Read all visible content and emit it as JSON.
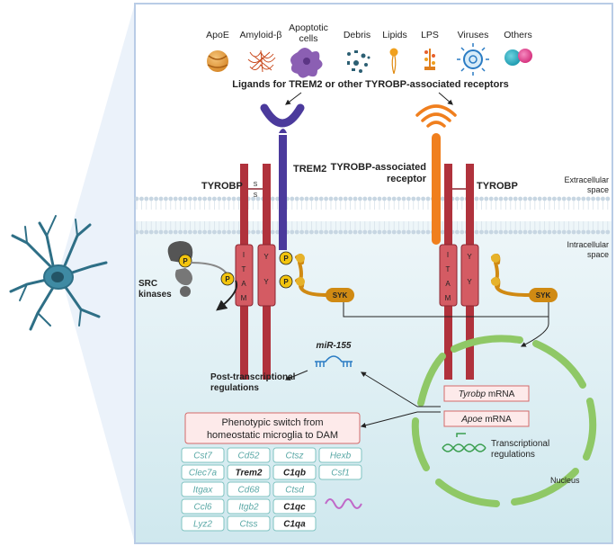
{
  "ligands": {
    "items": [
      {
        "label": "ApoE",
        "label2": ""
      },
      {
        "label": "Amyloid-β",
        "label2": ""
      },
      {
        "label": "Apoptotic",
        "label2": "cells"
      },
      {
        "label": "Debris",
        "label2": ""
      },
      {
        "label": "Lipids",
        "label2": ""
      },
      {
        "label": "LPS",
        "label2": ""
      },
      {
        "label": "Viruses",
        "label2": ""
      },
      {
        "label": "Others",
        "label2": ""
      }
    ],
    "caption": "Ligands for TREM2 or other TYROBP-associated receptors"
  },
  "receptors": {
    "trem2": "TREM2",
    "tyrobp_left": "TYROBP",
    "tyrobp_right": "TYROBP",
    "assoc_line1": "TYROBP-associated",
    "assoc_line2": "receptor",
    "itam": [
      "I",
      "T",
      "A",
      "M"
    ],
    "y_letter": "Y",
    "s_letter": "S",
    "p_letter": "P",
    "syk": "SYK"
  },
  "regions": {
    "extracellular_1": "Extracellular",
    "extracellular_2": "space",
    "intracellular_1": "Intracellular",
    "intracellular_2": "space"
  },
  "src": {
    "line1": "SRC",
    "line2": "kinases"
  },
  "nucleus": {
    "label": "Nucleus",
    "tyrobp_gene": "Tyrobp",
    "apoe_gene": "Apoe",
    "mrna_suffix": " mRNA",
    "transcriptional_1": "Transcriptional",
    "transcriptional_2": "regulations"
  },
  "post": {
    "mir": "miR-155",
    "line1": "Post-transcriptional",
    "line2": "regulations"
  },
  "phenotype": {
    "line1": "Phenotypic switch from",
    "line2": "homeostatic microglia to DAM"
  },
  "genes": [
    {
      "name": "Cst7",
      "bold": false
    },
    {
      "name": "Cd52",
      "bold": false
    },
    {
      "name": "Ctsz",
      "bold": false
    },
    {
      "name": "Hexb",
      "bold": false
    },
    {
      "name": "Clec7a",
      "bold": false
    },
    {
      "name": "Trem2",
      "bold": true
    },
    {
      "name": "C1qb",
      "bold": true
    },
    {
      "name": "Csf1",
      "bold": false
    },
    {
      "name": "Itgax",
      "bold": false
    },
    {
      "name": "Cd68",
      "bold": false
    },
    {
      "name": "Ctsd",
      "bold": false
    },
    {
      "name": "Ccl6",
      "bold": false
    },
    {
      "name": "Itgb2",
      "bold": false
    },
    {
      "name": "C1qc",
      "bold": true
    },
    {
      "name": "Lyz2",
      "bold": false
    },
    {
      "name": "Ctss",
      "bold": false
    },
    {
      "name": "C1qa",
      "bold": true
    }
  ],
  "colors": {
    "tyrobp": "#b0323c",
    "trem2": "#4b3a9c",
    "assoc": "#f07f1e",
    "syk": "#d08a13",
    "p_circle": "#f2c40f",
    "nucleus": "#8fc866",
    "gene_text": "#5aa8a6",
    "mir": "#2b7cc4",
    "neuron": "#2e6f86",
    "frame": "#b9cce6"
  }
}
